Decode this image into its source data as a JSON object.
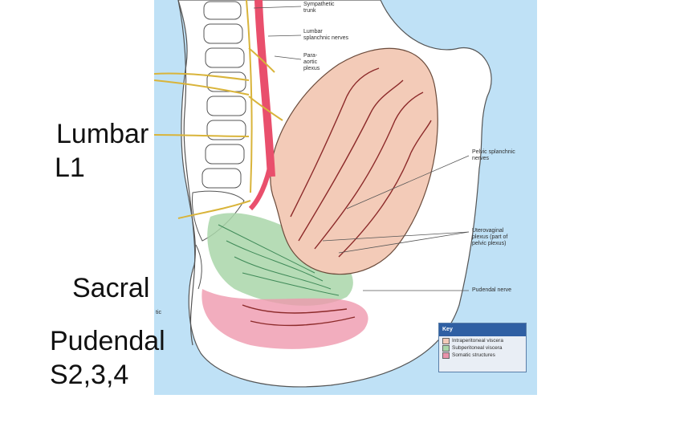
{
  "slide": {
    "labels": {
      "lumbar": "Lumbar",
      "l1": "L1",
      "sacral": "Sacral",
      "pudendal": "Pudendal",
      "s234": "S2,3,4"
    }
  },
  "diagram": {
    "callouts": {
      "sympathetic_trunk": [
        "Sympathetic",
        "trunk"
      ],
      "lumbar_splanchnic": [
        "Lumbar",
        "splanchnic nerves"
      ],
      "para_aortic": [
        "Para-",
        "aortic",
        "plexus"
      ],
      "pelvic_splanchnic": [
        "Pelvic splanchnic",
        "nerves"
      ],
      "uterovaginal": [
        "Uterovaginal",
        "plexus (part of",
        "pelvic plexus)"
      ],
      "pudendal_nerve": "Pudendal nerve",
      "partial_left": "tic"
    },
    "key": {
      "title": "Key",
      "items": [
        {
          "label": "Intraperitoneal viscera",
          "color": "#f2c9b8"
        },
        {
          "label": "Subperitoneal viscera",
          "color": "#a9d6a9"
        },
        {
          "label": "Somatic structures",
          "color": "#e993ab"
        }
      ]
    },
    "colors": {
      "background": "#bfe1f6",
      "body": "#ffffff",
      "uterus": "#f3cbb8",
      "nerves": "#e2c040",
      "vessels": "#e94f6c",
      "uterine_vessels": "#8c2a2a",
      "subperitoneal": "#a9d6a9",
      "somatic": "#ef98ae",
      "plexus": "#3f8a58"
    }
  }
}
